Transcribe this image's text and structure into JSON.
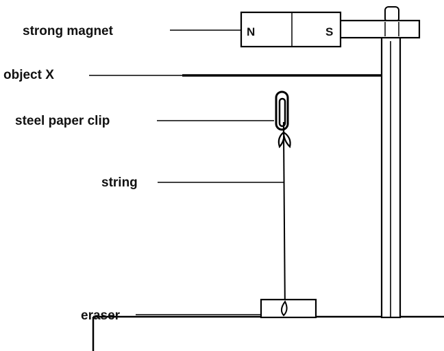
{
  "labels": {
    "magnet": "strong magnet",
    "object_x": "object X",
    "paper_clip": "steel paper clip",
    "string": "string",
    "eraser": "eraser"
  },
  "magnet_poles": {
    "north": "N",
    "south": "S"
  }
}
